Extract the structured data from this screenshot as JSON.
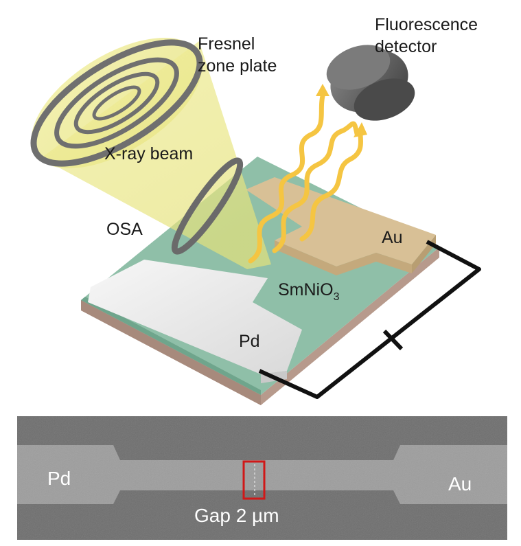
{
  "diagram": {
    "fresnel_line1": "Fresnel",
    "fresnel_line2": "zone plate",
    "fluor_line1": "Fluorescence",
    "fluor_line2": "detector",
    "xray_beam": "X-ray beam",
    "osa": "OSA",
    "au": "Au",
    "smnio3_main": "SmNiO",
    "smnio3_sub": "3",
    "pd": "Pd"
  },
  "sem": {
    "pd": "Pd",
    "au": "Au",
    "gap": "Gap 2 µm"
  },
  "colors": {
    "beam": "#efeca0",
    "fluorescence": "#f5c542",
    "substrate_top": "#8fbfa8",
    "gold": "#d8c096",
    "palladium": "#ededed",
    "gap_box": "#d01818"
  }
}
